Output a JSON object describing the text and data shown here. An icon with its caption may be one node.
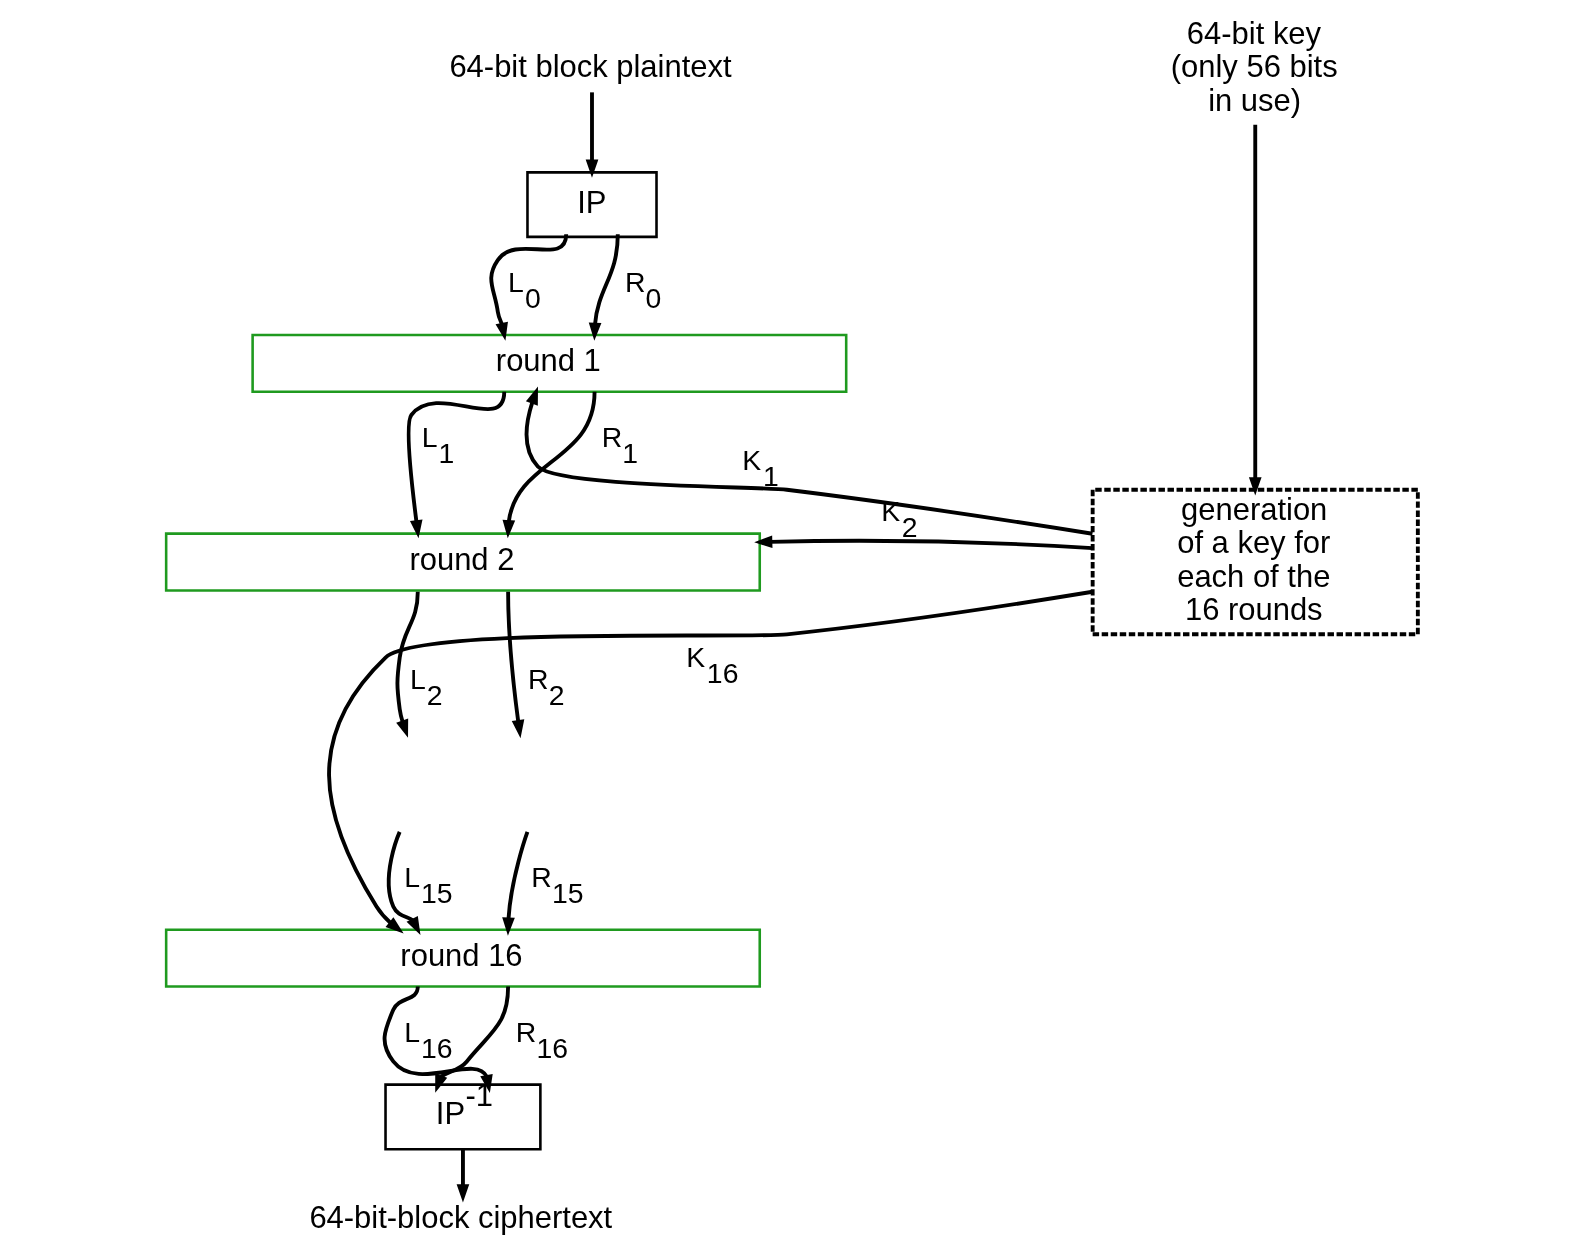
{
  "diagram": {
    "nodes": [
      {
        "text": [
          "64-bit block plaintext"
        ]
      },
      {
        "text": [
          "IP"
        ]
      },
      {
        "text": [
          "round 1"
        ]
      },
      {
        "text": [
          "round 2"
        ]
      },
      {
        "text": [
          "round 16"
        ]
      },
      {
        "text": [
          "IP$^{-1}$"
        ]
      },
      {
        "text": [
          "64-bit-block ciphertext"
        ]
      },
      {
        "text": [
          "64-bit key (only 56 bits in use)"
        ]
      },
      {
        "text": [
          "generation of a key for each of the 16 rounds"
        ]
      }
    ],
    "edges": [
      {
        "from": 0,
        "to": 1,
        "arrow": "to"
      },
      {
        "from": 1,
        "to": 2,
        "arrow": "to",
        "label": "L$_{0}$"
      },
      {
        "from": 1,
        "to": 2,
        "arrow": "to",
        "label": "R$_{0}$"
      },
      {
        "from": 2,
        "to": 3,
        "arrow": "to",
        "label": "L$_{1}$"
      },
      {
        "from": 2,
        "to": 3,
        "arrow": "to",
        "label": "R$_{1}$"
      },
      {
        "from": 3,
        "to": null,
        "arrow": "to",
        "label": "L$_{2}$"
      },
      {
        "from": 3,
        "to": null,
        "arrow": "to",
        "label": "R$_{2}$"
      },
      {
        "from": null,
        "to": 4,
        "arrow": "to",
        "label": "L$_{15}$"
      },
      {
        "from": null,
        "to": 4,
        "arrow": "to",
        "label": "R$_{15}$"
      },
      {
        "from": 4,
        "to": 5,
        "arrow": "to",
        "label": "L$_{16}$"
      },
      {
        "from": 4,
        "to": 5,
        "arrow": "to",
        "label": "R$_{16}$"
      },
      {
        "from": 5,
        "to": 6,
        "arrow": "to"
      },
      {
        "from": 7,
        "to": 8,
        "arrow": "to"
      },
      {
        "from": 8,
        "to": 2,
        "arrow": "to",
        "label": "K$_{1}$"
      },
      {
        "from": 8,
        "to": 3,
        "arrow": "to",
        "label": "K$_{2}$"
      },
      {
        "from": 8,
        "to": 4,
        "arrow": "to",
        "label": "K$_{16}$"
      }
    ]
  }
}
